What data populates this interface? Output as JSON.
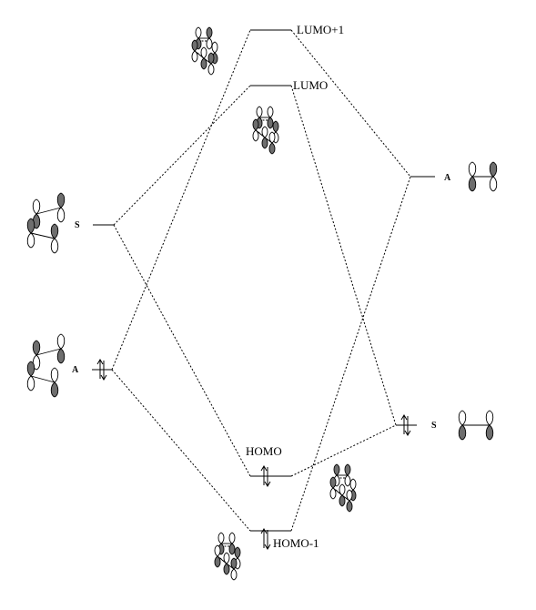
{
  "levels": {
    "lumo_plus_1": {
      "label": "LUMO+1"
    },
    "lumo": {
      "label": "LUMO"
    },
    "homo": {
      "label": "HOMO"
    },
    "homo_minus_1": {
      "label": "HOMO-1"
    },
    "left_s": {
      "symmetry": "S"
    },
    "left_a": {
      "symmetry": "A"
    },
    "right_a": {
      "symmetry": "A"
    },
    "right_s": {
      "symmetry": "S"
    }
  },
  "colors": {
    "line": "#000000",
    "lobe_shaded": "#6e6e6e",
    "lobe_white": "#ffffff"
  }
}
